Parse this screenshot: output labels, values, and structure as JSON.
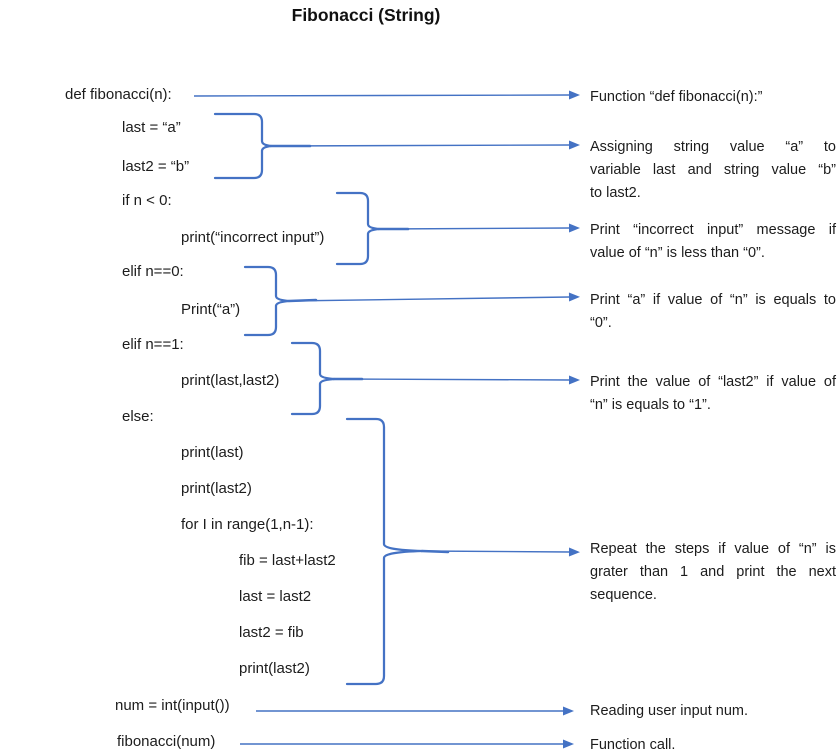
{
  "title": "Fibonacci (String)",
  "colors": {
    "connector": "#4472C4"
  },
  "code": {
    "lines": [
      "def fibonacci(n):",
      "last = “a”",
      "last2 = “b”",
      "if n < 0:",
      "print(“incorrect input”)",
      "elif n==0:",
      "Print(“a”)",
      "elif n==1:",
      "print(last,last2)",
      "else:",
      "print(last)",
      "print(last2)",
      "for I in range(1,n-1):",
      "fib = last+last2",
      "last = last2",
      "last2 = fib",
      "print(last2)",
      "num = int(input())",
      "fibonacci(num)"
    ]
  },
  "annotations": [
    {
      "lines": [
        "Function “def fibonacci(n):”"
      ]
    },
    {
      "lines": [
        "Assigning string value “a” to",
        "variable last and string value “b”",
        "to last2."
      ]
    },
    {
      "lines": [
        "Print “incorrect input” message if",
        "value of “n” is less than “0”."
      ]
    },
    {
      "lines": [
        "Print “a” if value of “n” is equals to",
        "“0”."
      ]
    },
    {
      "lines": [
        "Print the value of “last2” if value of",
        "“n” is equals to “1”."
      ]
    },
    {
      "lines": [
        "Repeat the steps if value of “n” is",
        "grater than 1 and print the next",
        "sequence."
      ]
    },
    {
      "lines": [
        "Reading user input num."
      ]
    },
    {
      "lines": [
        "Function call."
      ]
    }
  ]
}
